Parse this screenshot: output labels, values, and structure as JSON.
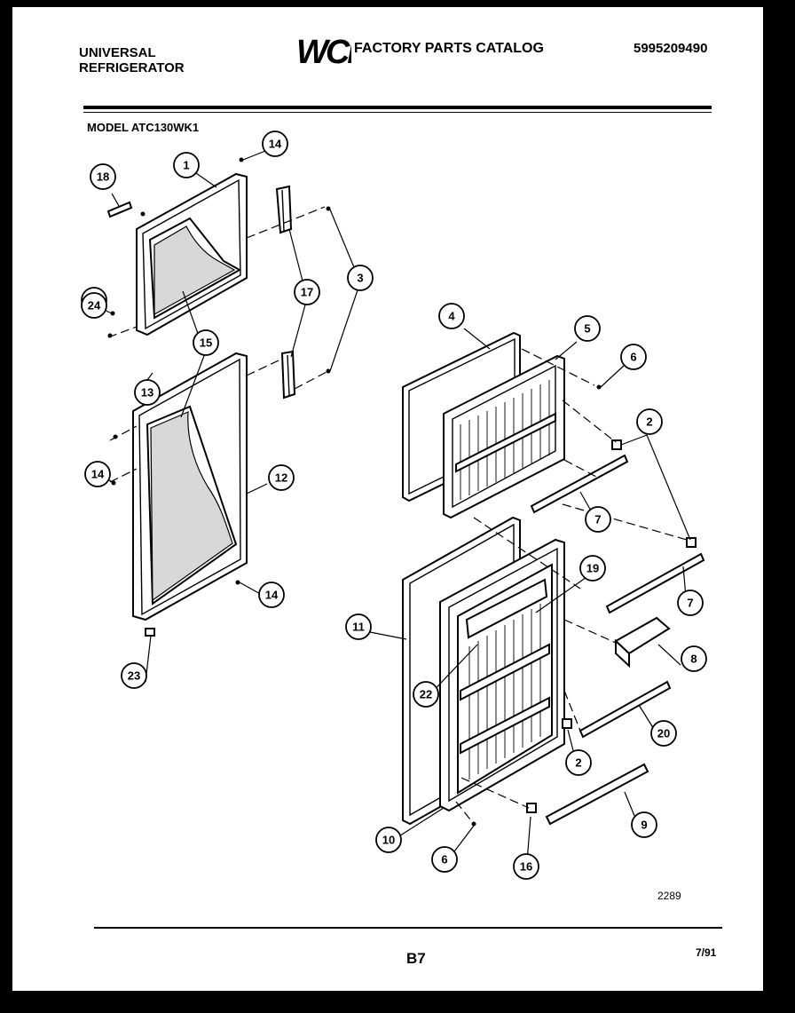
{
  "header": {
    "brand_line1": "UNIVERSAL",
    "brand_line2": "REFRIGERATOR",
    "logo_text": "WCI",
    "catalog_title": "FACTORY PARTS CATALOG",
    "catalog_number": "5995209490",
    "model": "MODEL ATC130WK1"
  },
  "callouts": [
    "1",
    "2",
    "2",
    "3",
    "4",
    "5",
    "6",
    "6",
    "7",
    "7",
    "8",
    "9",
    "10",
    "11",
    "12",
    "13",
    "14",
    "14",
    "14",
    "14",
    "15",
    "16",
    "17",
    "18",
    "19",
    "20",
    "22",
    "23",
    "24"
  ],
  "footer": {
    "drawing_code": "2289",
    "page": "B7",
    "date": "7/91"
  }
}
